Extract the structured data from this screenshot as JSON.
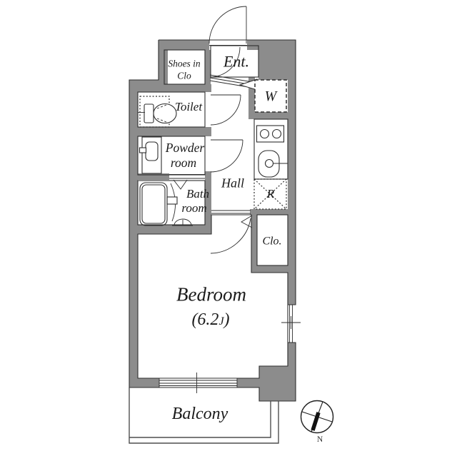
{
  "floorplan": {
    "rooms": {
      "shoe_closet": {
        "line1": "Shoes in",
        "line2": "Clo"
      },
      "entrance": {
        "label": "Ent."
      },
      "toilet": {
        "label": "Toilet"
      },
      "washer": {
        "label": "W"
      },
      "powder_room": {
        "line1": "Powder",
        "line2": "room"
      },
      "hall": {
        "label": "Hall"
      },
      "refrigerator": {
        "label": "R"
      },
      "bathroom": {
        "line1": "Bath",
        "line2": "room"
      },
      "closet": {
        "label": "Clo."
      },
      "bedroom": {
        "label": "Bedroom",
        "size_prefix": "(6.2",
        "size_unit": "J",
        "size_suffix": ")"
      },
      "balcony": {
        "label": "Balcony"
      }
    },
    "compass": {
      "label": "N"
    },
    "colors": {
      "wall": "#8c8c8c",
      "outline": "#2e2e2e",
      "text": "#1b1b1b",
      "background": "#ffffff"
    }
  }
}
